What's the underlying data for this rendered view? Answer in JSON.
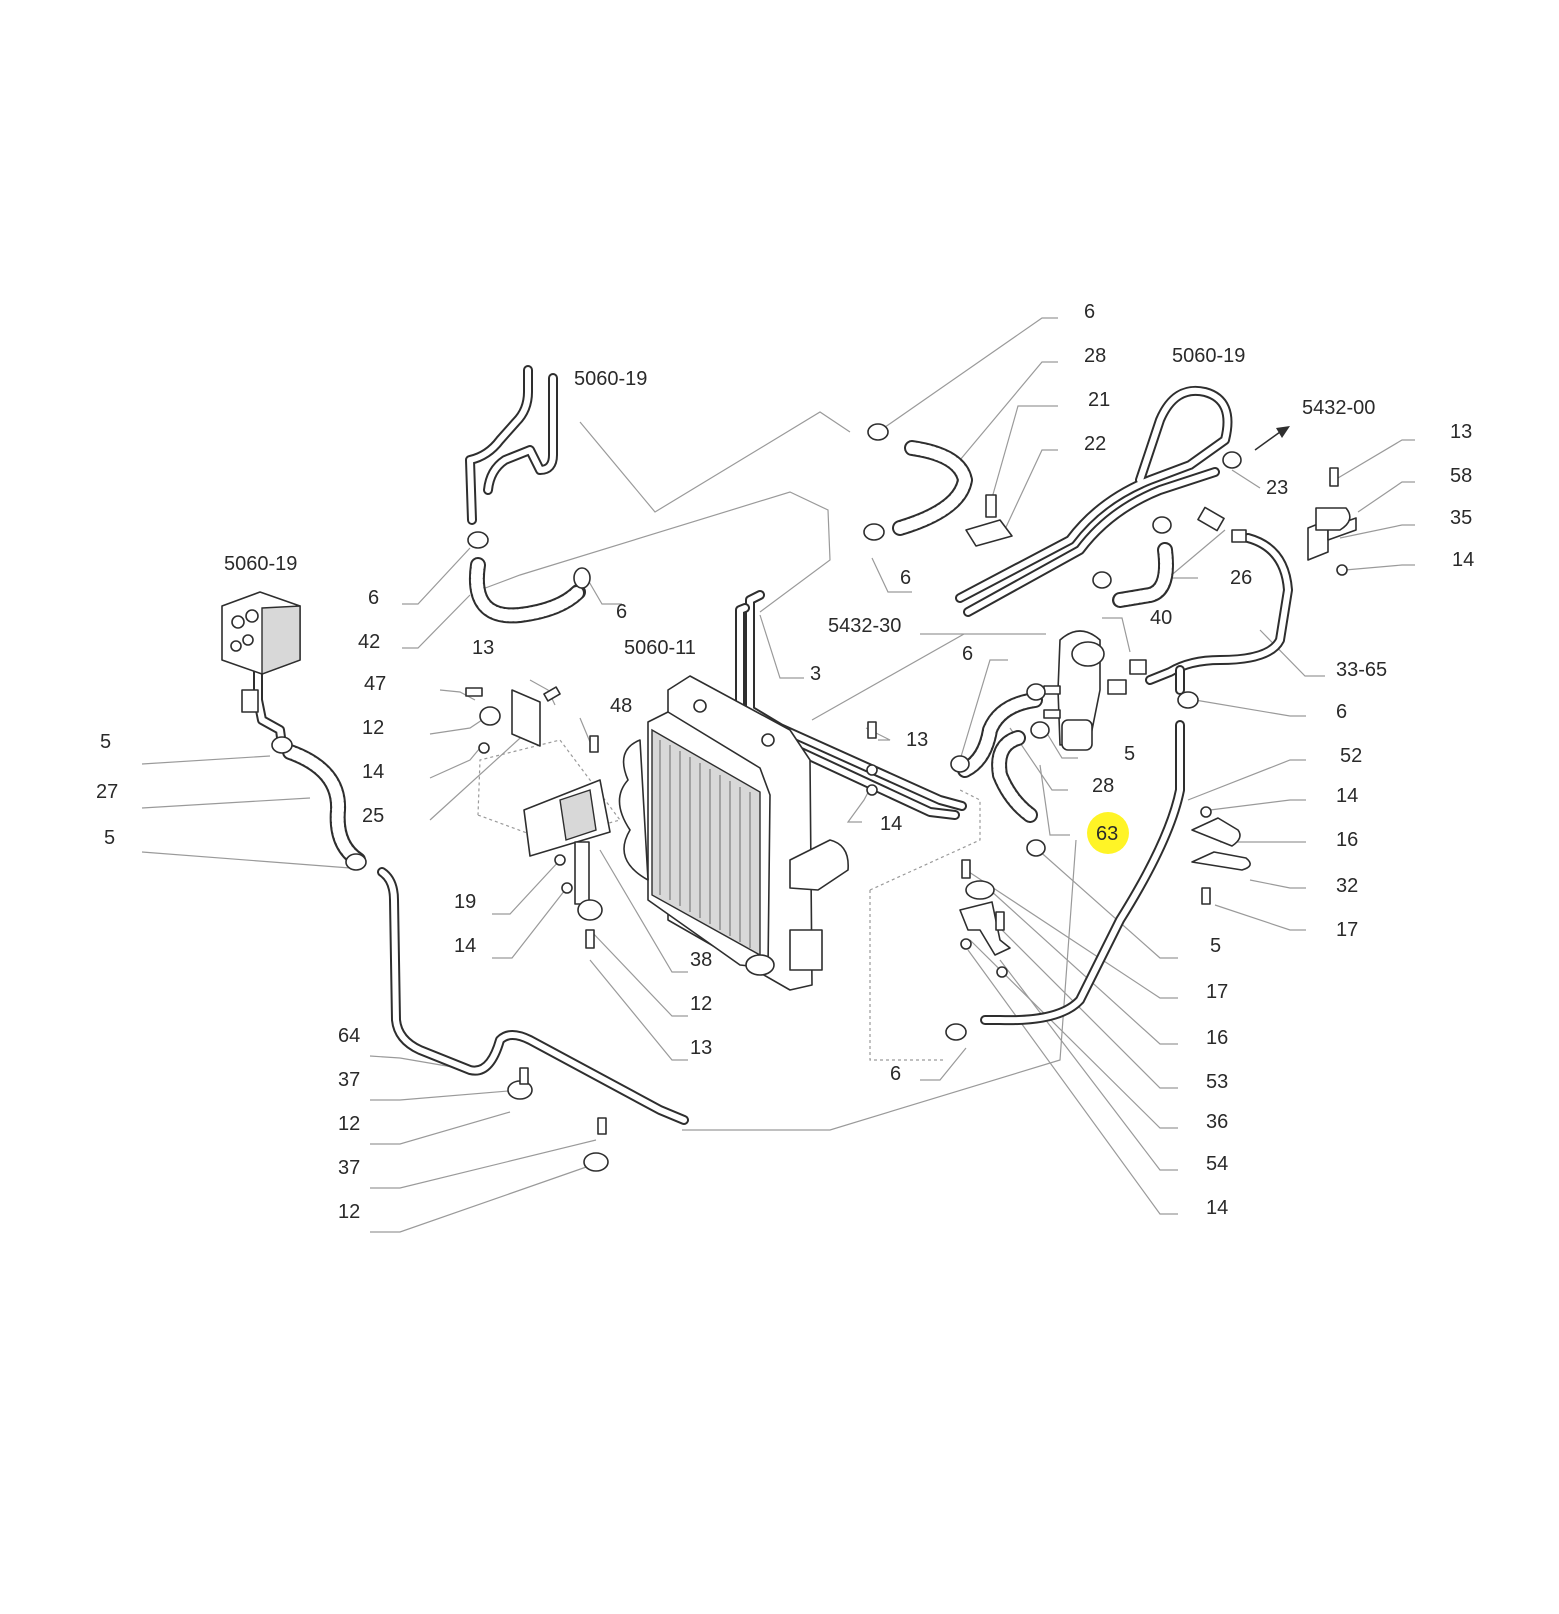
{
  "labels": {
    "l_6_top": "6",
    "l_28_top": "28",
    "l_21": "21",
    "l_22": "22",
    "l_5060_19_tr": "5060-19",
    "l_5432_00": "5432-00",
    "l_13_tr": "13",
    "l_58": "58",
    "l_35": "35",
    "l_14_tr": "14",
    "l_23": "23",
    "l_26": "26",
    "l_5060_19_tc": "5060-19",
    "l_6_mid_left": "6",
    "l_42": "42",
    "l_6_hose": "6",
    "l_6_center": "6",
    "l_5060_19_left": "5060-19",
    "l_13_a": "13",
    "l_47": "47",
    "l_12_a": "12",
    "l_14_a": "14",
    "l_25": "25",
    "l_5060_11": "5060-11",
    "l_48": "48",
    "l_3": "3",
    "l_5432_30": "5432-30",
    "l_40": "40",
    "l_33_65": "33-65",
    "l_6_r1": "6",
    "l_6_r2": "6",
    "l_5_r1": "5",
    "l_52": "52",
    "l_13_c": "13",
    "l_14_c": "14",
    "l_28_mid": "28",
    "l_63": "63",
    "l_14_r": "14",
    "l_16_r": "16",
    "l_32": "32",
    "l_17_r": "17",
    "l_5_left1": "5",
    "l_27": "27",
    "l_5_left2": "5",
    "l_19": "19",
    "l_14_b": "14",
    "l_38": "38",
    "l_12_b": "12",
    "l_13_b": "13",
    "l_5_r2": "5",
    "l_17_b": "17",
    "l_16_b": "16",
    "l_53": "53",
    "l_36": "36",
    "l_54": "54",
    "l_14_bottom": "14",
    "l_64": "64",
    "l_37_a": "37",
    "l_12_c": "12",
    "l_37_b": "37",
    "l_12_d": "12",
    "l_6_bottom": "6"
  },
  "highlight_color": "#fff200"
}
